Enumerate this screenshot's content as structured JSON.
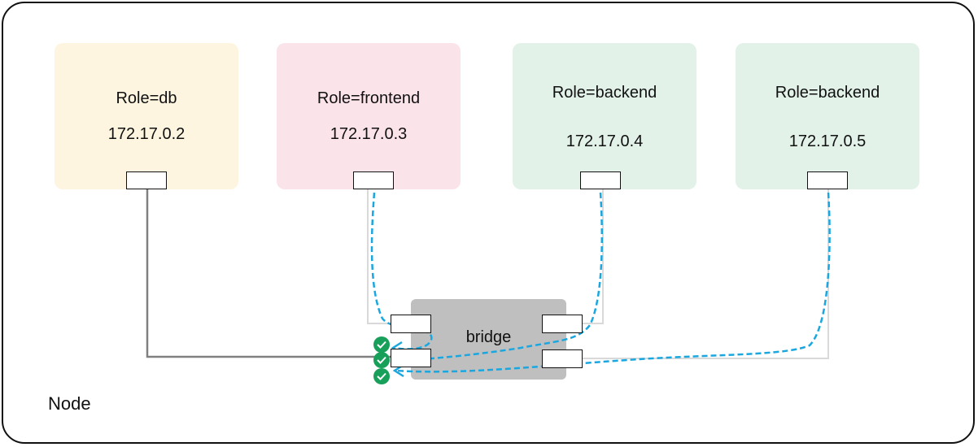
{
  "node": {
    "label": "Node"
  },
  "bridge": {
    "label": "bridge"
  },
  "pods": [
    {
      "role": "Role=db",
      "ip": "172.17.0.2",
      "fill": "#fdf5e0"
    },
    {
      "role": "Role=frontend",
      "ip": "172.17.0.3",
      "fill": "#fbe3ea"
    },
    {
      "role": "Role=backend",
      "ip": "172.17.0.4",
      "fill": "#e2f2e9"
    },
    {
      "role": "Role=backend",
      "ip": "172.17.0.5",
      "fill": "#e2f2e9"
    }
  ],
  "colors": {
    "db_link": "#808080",
    "other_link": "#d9d9d9",
    "traffic": "#1aa7e0",
    "allowed": "#18a05a"
  },
  "icons": {
    "allowed": "check-circle-icon"
  }
}
